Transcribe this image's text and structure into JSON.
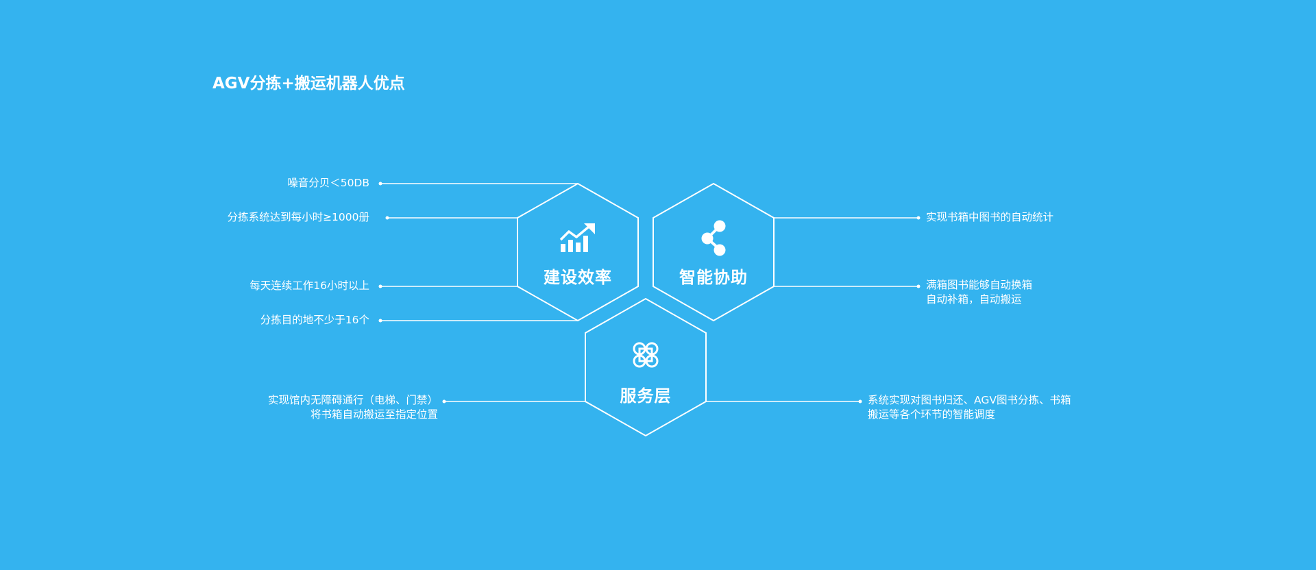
{
  "title": "AGV分拣+搬运机器人优点",
  "colors": {
    "background": "#34b3ef",
    "foreground": "#ffffff"
  },
  "hexagons": [
    {
      "label": "建设效率",
      "icon": "growth-chart-icon"
    },
    {
      "label": "智能协助",
      "icon": "share-icon"
    },
    {
      "label": "服务层",
      "icon": "command-key-icon"
    }
  ],
  "left_points": [
    "噪音分贝＜50DB",
    "分拣系统达到每小时≥1000册",
    "每天连续工作16小时以上",
    "分拣目的地不少于16个"
  ],
  "right_points": [
    {
      "lines": [
        "实现书箱中图书的自动统计"
      ]
    },
    {
      "lines": [
        "满箱图书能够自动换箱",
        "自动补箱，自动搬运"
      ]
    }
  ],
  "bottom_left": {
    "lines": [
      "实现馆内无障碍通行（电梯、门禁）",
      "将书箱自动搬运至指定位置"
    ]
  },
  "bottom_right": {
    "lines": [
      "系统实现对图书归还、AGV图书分拣、书箱",
      "搬运等各个环节的智能调度"
    ]
  }
}
